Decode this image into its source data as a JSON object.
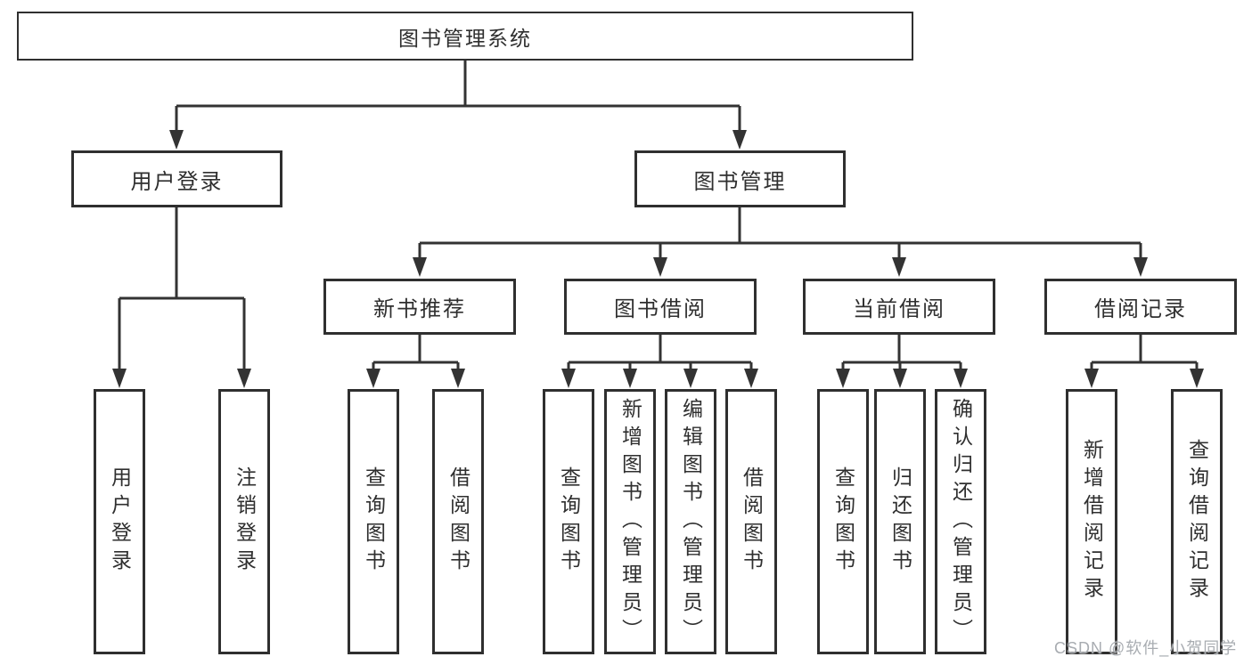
{
  "diagram": {
    "title": "图书管理系统",
    "root": {
      "label": "图书管理系统"
    },
    "branches": [
      {
        "label": "用户登录",
        "children": [
          {
            "label": "用户登录"
          },
          {
            "label": "注销登录"
          }
        ]
      },
      {
        "label": "图书管理",
        "children": [
          {
            "label": "新书推荐",
            "children": [
              {
                "label": "查询图书"
              },
              {
                "label": "借阅图书"
              }
            ]
          },
          {
            "label": "图书借阅",
            "children": [
              {
                "label": "查询图书"
              },
              {
                "label": "新增图书（管理员）"
              },
              {
                "label": "编辑图书（管理员）"
              },
              {
                "label": "借阅图书"
              }
            ]
          },
          {
            "label": "当前借阅",
            "children": [
              {
                "label": "查询图书"
              },
              {
                "label": "归还图书"
              },
              {
                "label": "确认归还（管理员）"
              }
            ]
          },
          {
            "label": "借阅记录",
            "children": [
              {
                "label": "新增借阅记录"
              },
              {
                "label": "查询借阅记录"
              }
            ]
          }
        ]
      }
    ]
  },
  "watermark": {
    "text": "CSDN @软件_小贺同学"
  },
  "colors": {
    "line": "#333333",
    "box_border": "#2f2f2f",
    "text": "#2f2f2f",
    "background": "#ffffff",
    "watermark": "#a8acb1"
  }
}
